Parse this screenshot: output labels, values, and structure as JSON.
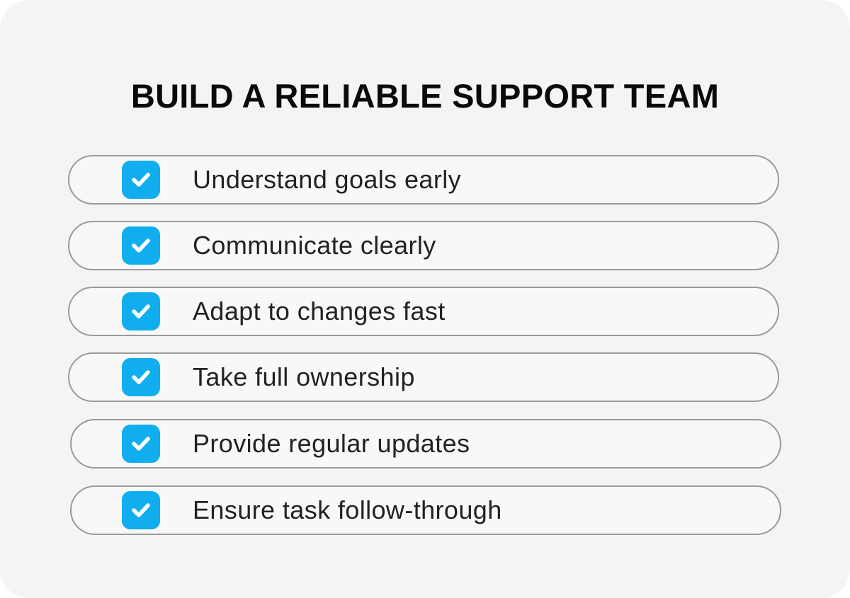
{
  "title": "BUILD A RELIABLE SUPPORT TEAM",
  "colors": {
    "accent": "#11aeef",
    "background": "#f4f4f4",
    "pill_border": "#9a9a9a"
  },
  "items": [
    {
      "label": "Understand goals early",
      "icon": "checkbox-checked-icon",
      "checked": true
    },
    {
      "label": "Communicate clearly",
      "icon": "checkbox-checked-icon",
      "checked": true
    },
    {
      "label": "Adapt to changes fast",
      "icon": "checkbox-checked-icon",
      "checked": true
    },
    {
      "label": "Take full ownership",
      "icon": "checkbox-checked-icon",
      "checked": true
    },
    {
      "label": "Provide regular updates",
      "icon": "checkbox-checked-icon",
      "checked": true
    },
    {
      "label": "Ensure task follow-through",
      "icon": "checkbox-checked-icon",
      "checked": true
    }
  ]
}
